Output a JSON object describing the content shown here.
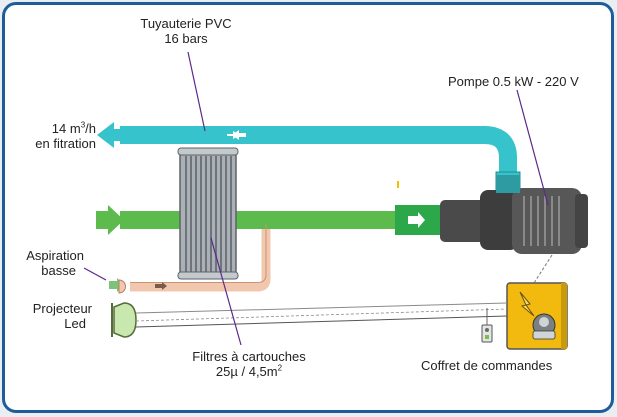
{
  "labels": {
    "pipe": {
      "line1": "Tuyauterie PVC",
      "line2": "16 bars"
    },
    "pump": "Pompe 0.5 kW - 220 V",
    "flow": {
      "line1_pre": "14 m",
      "line1_sup": "3",
      "line1_post": "/h",
      "line2": "en fitration"
    },
    "suction": {
      "line1": "Aspiration",
      "line2": "basse"
    },
    "projector": {
      "line1": "Projecteur",
      "line2": "Led"
    },
    "filters": {
      "line1": "Filtres à cartouches",
      "line2_pre": "25µ / 4,5m",
      "line2_sup": "2"
    },
    "control": "Coffret de commandes"
  },
  "colors": {
    "pressure_pipe": "#36c3cb",
    "return_pipe": "#5dbb4e",
    "suction_pipe": "#f1c8ae",
    "pump_body": "#555555",
    "control_box": "#f2b90f",
    "frame_border": "#1f5d9a"
  },
  "icons": [
    "left-arrow-icon",
    "right-arrow-icon",
    "lightning-icon",
    "knob-icon",
    "switch-icon"
  ]
}
